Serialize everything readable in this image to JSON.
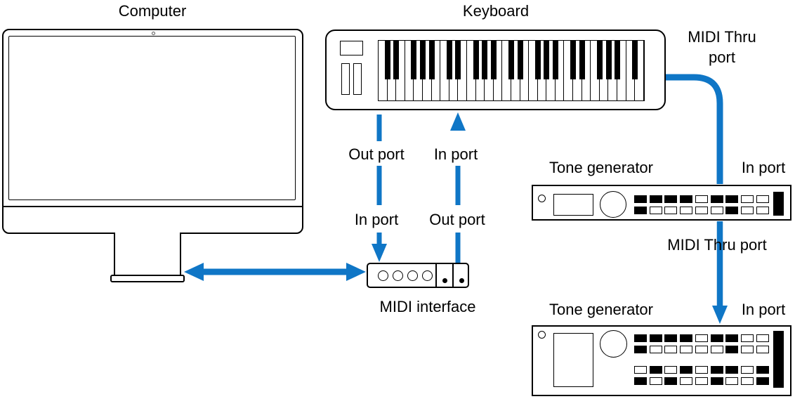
{
  "colors": {
    "connector_blue": "#0f76c6",
    "outline_black": "#000000"
  },
  "devices": {
    "computer": {
      "label": "Computer"
    },
    "keyboard": {
      "label": "Keyboard",
      "white_key_count": 30,
      "octave_size": 7,
      "black_key_boundary_pattern": [
        1,
        2,
        4,
        5,
        6
      ]
    },
    "midi_interface": {
      "label": "MIDI interface",
      "round_ports": 4,
      "dot_ports": 2
    },
    "tone_generator_1": {
      "label": "Tone generator",
      "port_label": "In port",
      "button_rows": [
        [
          1,
          1,
          1,
          1,
          0,
          1,
          1,
          0,
          0
        ],
        [
          1,
          0,
          0,
          0,
          0,
          0,
          1,
          0,
          0
        ]
      ]
    },
    "tone_generator_2": {
      "label": "Tone generator",
      "port_label": "In port",
      "button_rows_upper": [
        [
          1,
          1,
          1,
          1,
          0,
          1,
          1,
          0,
          0
        ],
        [
          1,
          0,
          0,
          0,
          0,
          0,
          1,
          0,
          0
        ]
      ],
      "button_rows_lower": [
        [
          0,
          1,
          0,
          1,
          0,
          1,
          1,
          0,
          1
        ],
        [
          1,
          0,
          1,
          0,
          0,
          1,
          0,
          0,
          1
        ]
      ]
    }
  },
  "connections": {
    "keyboard_thru": {
      "label": "MIDI Thru port"
    },
    "keyboard_out": {
      "label": "Out port"
    },
    "keyboard_in": {
      "label": "In port"
    },
    "interface_in": {
      "label": "In port"
    },
    "interface_out": {
      "label": "Out port"
    },
    "tg1_thru": {
      "label": "MIDI Thru port"
    }
  }
}
